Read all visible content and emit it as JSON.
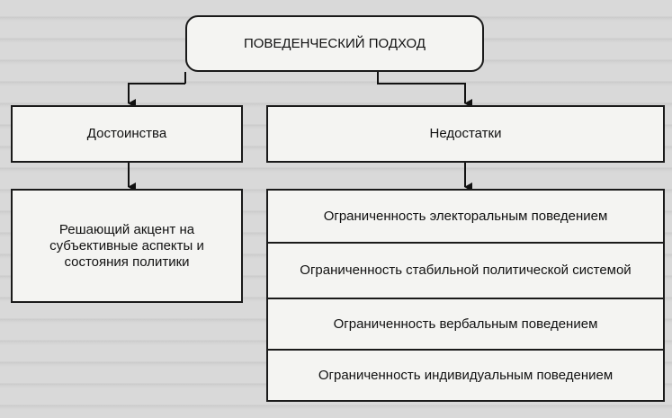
{
  "diagram": {
    "root": "ПОВЕДЕНЧЕСКИЙ ПОДХОД",
    "advantages_title": "Достоинства",
    "disadvantages_title": "Недостатки",
    "advantages_text": "Решающий акцент на субъективные аспекты и состояния политики",
    "disadvantages": [
      "Ограниченность электоральным поведением",
      "Ограниченность стабильной политической системой",
      "Ограниченность вербальным поведением",
      "Ограниченность индивидуальным поведением"
    ]
  }
}
